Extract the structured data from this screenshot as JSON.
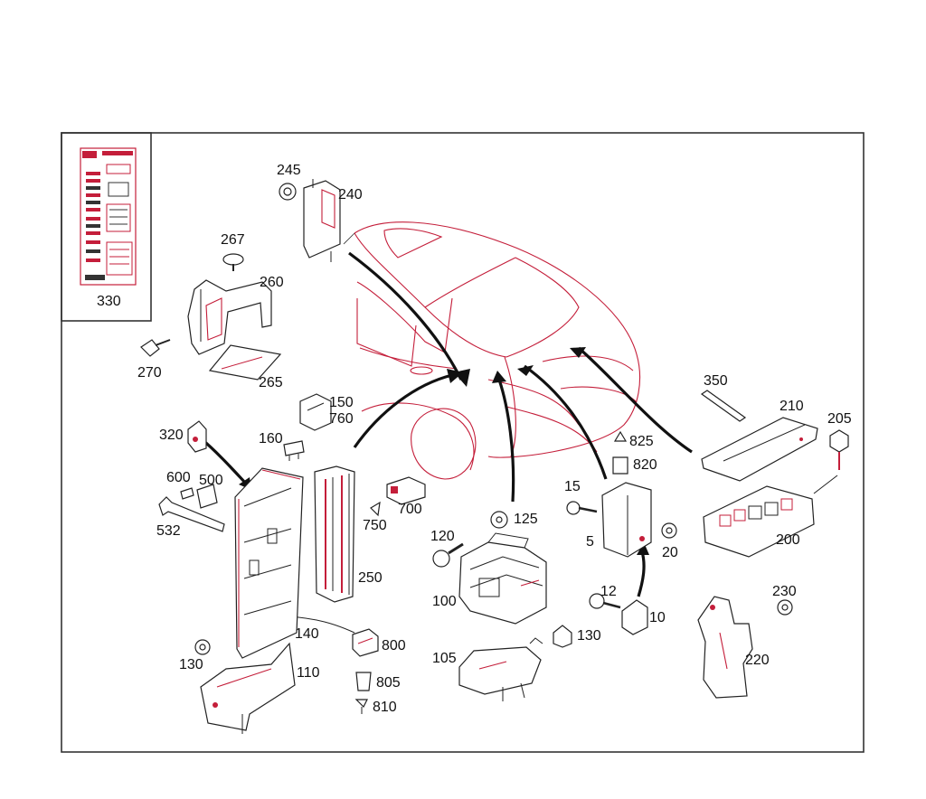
{
  "labels": {
    "p330": "330",
    "p245": "245",
    "p240": "240",
    "p267": "267",
    "p260": "260",
    "p270": "270",
    "p265": "265",
    "p150": "150",
    "p760": "760",
    "p320": "320",
    "p160": "160",
    "p600": "600",
    "p500": "500",
    "p532": "532",
    "p750": "750",
    "p700": "700",
    "p250": "250",
    "p140": "140",
    "p130a": "130",
    "p110": "110",
    "p800": "800",
    "p805": "805",
    "p810": "810",
    "p120": "120",
    "p125": "125",
    "p100": "100",
    "p105": "105",
    "p130b": "130",
    "p825": "825",
    "p820": "820",
    "p15": "15",
    "p5": "5",
    "p20": "20",
    "p12": "12",
    "p10": "10",
    "p350": "350",
    "p210": "210",
    "p205": "205",
    "p200": "200",
    "p230": "230",
    "p220": "220"
  },
  "colors": {
    "frame": "#333333",
    "accent": "#c41e3a",
    "arrow": "#111111"
  }
}
